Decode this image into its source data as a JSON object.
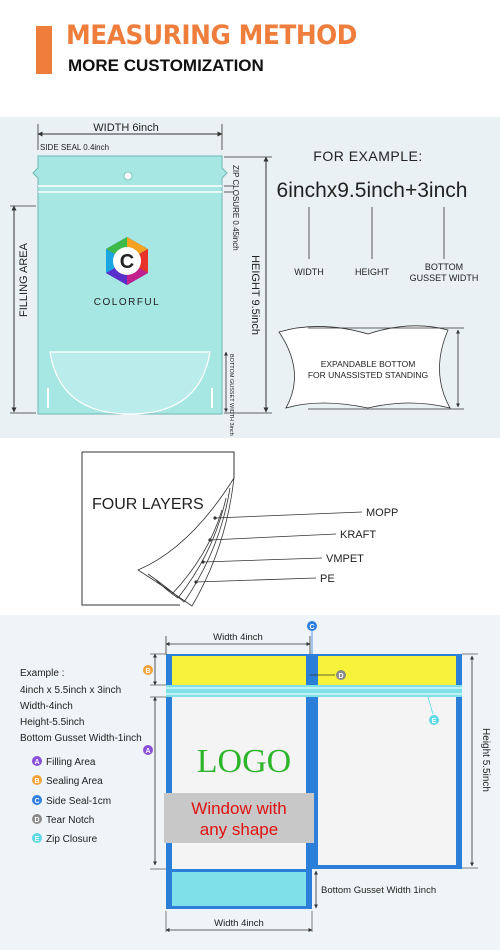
{
  "header": {
    "title": "MEASURING METHOD",
    "subtitle": "MORE CUSTOMIZATION",
    "accent_color": "#ef7d3c"
  },
  "pouch_diagram": {
    "width_label": "WIDTH 6inch",
    "side_seal_label": "SIDE SEAL 0.4inch",
    "zip_closure_label": "ZIP CLOSURE 0.45inch",
    "height_label": "HEIGHT 9.5inch",
    "filling_area_label": "FILLING AREA",
    "bottom_gusset_label": "BOTTOM GUSSET WIDTH 3inch",
    "logo_text": "COLORFUL",
    "logo_letter": "C",
    "pouch_color": "#9fe6e2"
  },
  "example": {
    "heading": "FOR EXAMPLE:",
    "formula": "6inchx9.5inch+3inch",
    "width_label": "WIDTH",
    "height_label": "HEIGHT",
    "gusset_label_line1": "BOTTOM",
    "gusset_label_line2": "GUSSET WIDTH",
    "expandable_line1": "EXPANDABLE BOTTOM",
    "expandable_line2": "FOR UNASSISTED STANDING"
  },
  "layers": {
    "heading": "FOUR LAYERS",
    "items": [
      "MOPP",
      "KRAFT",
      "VMPET",
      "PE"
    ]
  },
  "layout_diagram": {
    "width_top": "Width 4inch",
    "width_bottom": "Width 4inch",
    "height_label": "Height 5.5inch",
    "gusset_label": "Bottom Gusset Width 1inch",
    "logo_text": "LOGO",
    "window_line1": "Window with",
    "window_line2": "any shape",
    "example_lines": [
      "Example :",
      "4inch x 5.5inch x 3inch",
      "Width-4inch",
      "Height-5.5inch",
      "Bottom Gusset Width-1inch"
    ],
    "legend": [
      {
        "letter": "A",
        "label": "Filling Area",
        "color": "#8a4fd6"
      },
      {
        "letter": "B",
        "label": "Sealing Area",
        "color": "#f2a33a"
      },
      {
        "letter": "C",
        "label": "Side Seal-1cm",
        "color": "#2f7fe0"
      },
      {
        "letter": "D",
        "label": "Tear Notch",
        "color": "#8a8a8a"
      },
      {
        "letter": "E",
        "label": "Zip Closure",
        "color": "#5fd8e8"
      }
    ],
    "markers": {
      "a": "A",
      "b": "B",
      "c": "C",
      "d": "D",
      "e": "E"
    },
    "colors": {
      "seal_yellow": "#f7f33a",
      "zip_cyan": "#7fe0ea",
      "border_blue": "#2c7fd8",
      "logo_green": "#2db52a",
      "window_text_red": "#e01010",
      "window_bg": "#c8c8c8"
    }
  }
}
